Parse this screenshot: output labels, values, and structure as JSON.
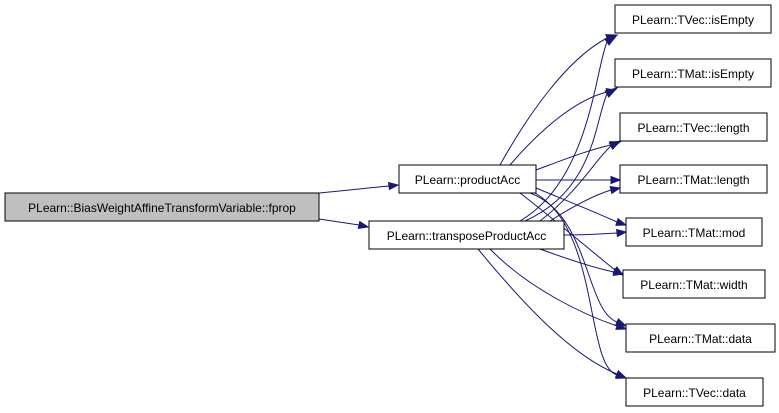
{
  "colors": {
    "edge": "#191970",
    "root_fill": "#bfbfbf",
    "node_fill": "#ffffff",
    "border": "#000000"
  },
  "nodes": {
    "root": "PLearn::BiasWeightAffineTransformVariable::fprop",
    "product_acc": "PLearn::productAcc",
    "transpose_product_acc": "PLearn::transposeProductAcc",
    "tvec_is_empty": "PLearn::TVec::isEmpty",
    "tmat_is_empty": "PLearn::TMat::isEmpty",
    "tvec_length": "PLearn::TVec::length",
    "tmat_length": "PLearn::TMat::length",
    "tmat_mod": "PLearn::TMat::mod",
    "tmat_width": "PLearn::TMat::width",
    "tmat_data": "PLearn::TMat::data",
    "tvec_data": "PLearn::TVec::data"
  }
}
